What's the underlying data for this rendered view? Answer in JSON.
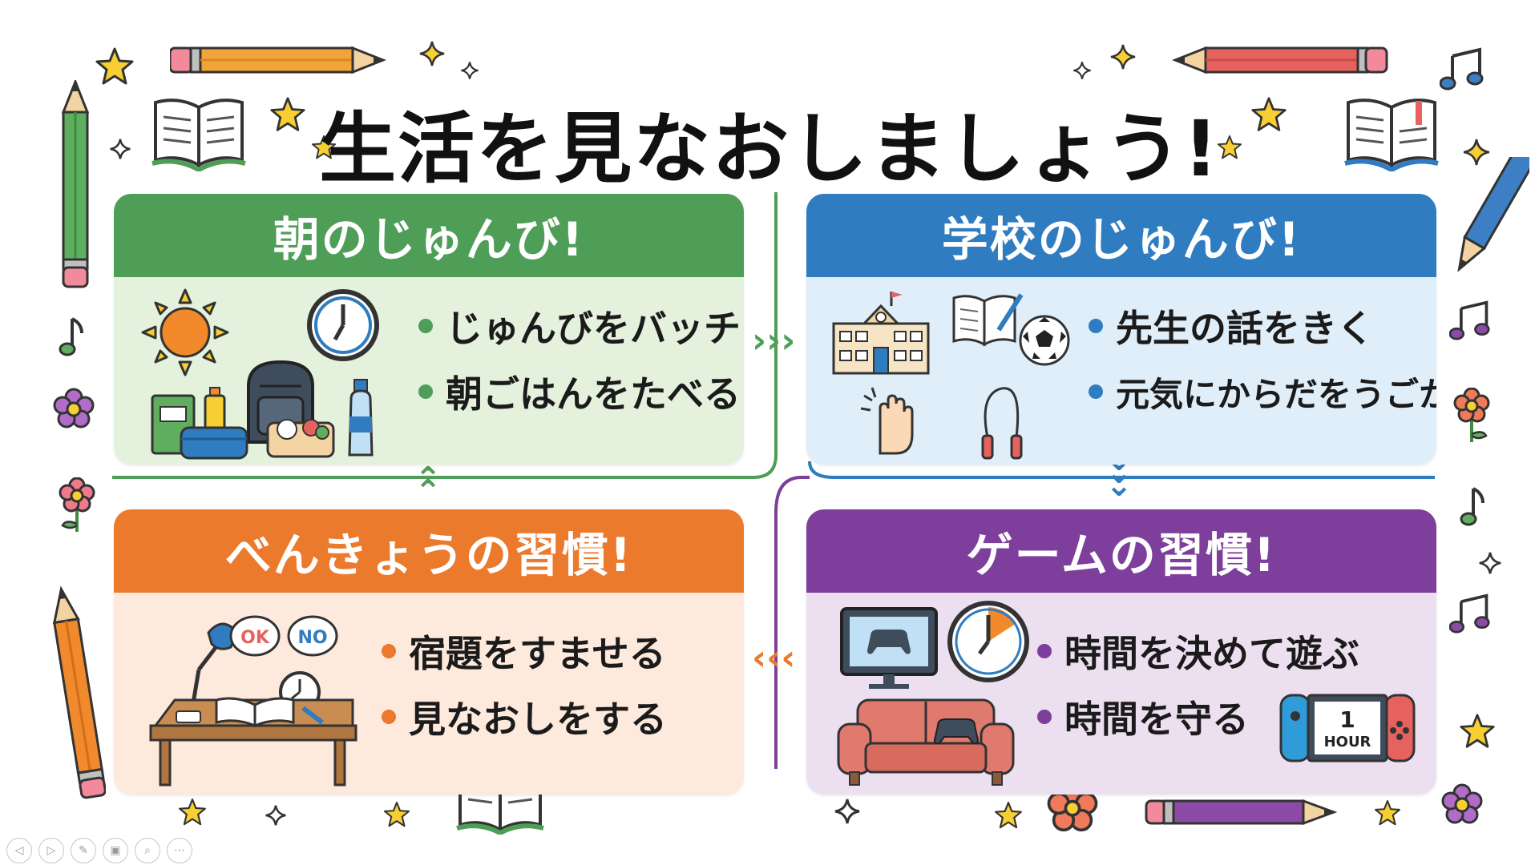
{
  "slide": {
    "title": "生活を見なおしましょう!"
  },
  "cards": {
    "morning": {
      "title": "朝のじゅんび!",
      "bullets": [
        "じゅんびをバッチリ",
        "朝ごはんをたべる"
      ],
      "color": "#4e9e57",
      "bg": "#e4f1dc"
    },
    "school": {
      "title": "学校のじゅんび!",
      "bullets": [
        "先生の話をきく",
        "元気にからだをうごかす"
      ],
      "color": "#2f7cc0",
      "bg": "#dfeef9"
    },
    "study": {
      "title": "べんきょうの習慣!",
      "bullets": [
        "宿題をすませる",
        "見なおしをする"
      ],
      "color": "#ec7a2d",
      "bg": "#fdeadc"
    },
    "game": {
      "title": "ゲームの習慣!",
      "bullets": [
        "時間を決めて遊ぶ",
        "時間を守る"
      ],
      "color": "#7d3f9b",
      "bg": "#ece0f0"
    }
  },
  "illustrations": {
    "speech_ok": "OK",
    "speech_no": "NO",
    "switch_number": "1",
    "switch_unit": "HOUR"
  },
  "navigation": {
    "icons": [
      "prev-icon",
      "next-icon",
      "pen-icon",
      "slides-icon",
      "zoom-icon",
      "more-icon"
    ]
  }
}
